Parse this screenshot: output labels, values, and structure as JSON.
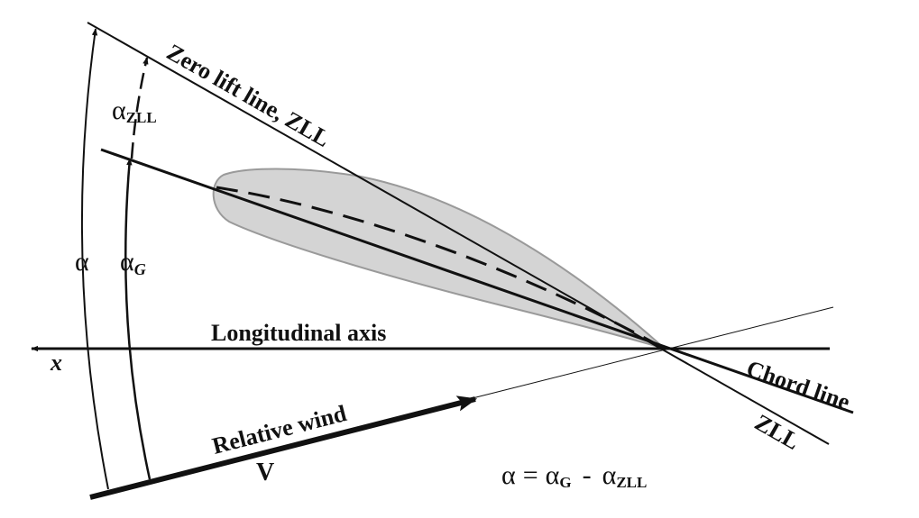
{
  "labels": {
    "zero_lift_line": "Zero lift line, ZLL",
    "chord_line": "Chord line",
    "zll_short": "ZLL",
    "longitudinal_axis": "Longitudinal axis",
    "x_axis": "x",
    "relative_wind": "Relative wind",
    "velocity": "V",
    "alpha": "α",
    "alpha_g_symbol": "α",
    "alpha_g_sub": "G",
    "alpha_zll_symbol": "α",
    "alpha_zll_sub": "ZLL"
  },
  "formula": {
    "lhs": "α",
    "equals": "=",
    "term1_symbol": "α",
    "term1_sub": "G",
    "minus": "-",
    "term2_symbol": "α",
    "term2_sub": "ZLL"
  },
  "colors": {
    "line": "#111111",
    "airfoil_fill": "#d4d4d4",
    "airfoil_edge": "#9a9a9a"
  }
}
